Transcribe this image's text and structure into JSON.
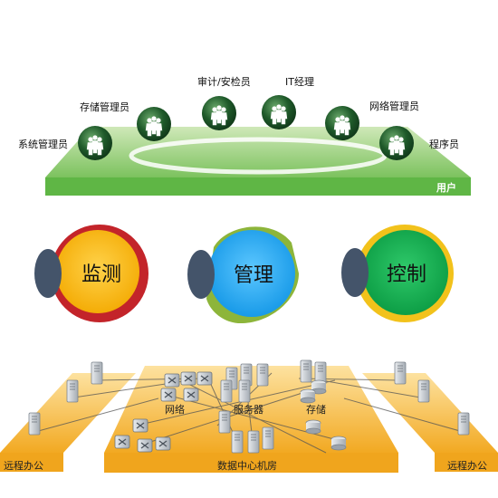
{
  "user_layer": {
    "band_label": "用户",
    "roles": [
      {
        "label": "系统管理员",
        "icon": "group-icon"
      },
      {
        "label": "存储管理员",
        "icon": "group-icon"
      },
      {
        "label": "审计/安检员",
        "icon": "group-icon"
      },
      {
        "label": "IT经理",
        "icon": "group-icon"
      },
      {
        "label": "网络管理员",
        "icon": "group-icon"
      },
      {
        "label": "程序员",
        "icon": "group-icon"
      }
    ]
  },
  "functions": [
    {
      "label": "监测",
      "color": "#FFB400",
      "ring": "#D2282E"
    },
    {
      "label": "管理",
      "color": "#1EAAF1",
      "ring": "#8DB53A"
    },
    {
      "label": "控制",
      "color": "#0FA84C",
      "ring": "#F2C21B"
    }
  ],
  "infrastructure": {
    "left_office": "远程办公",
    "right_office": "远程办公",
    "datacenter": "数据中心机房",
    "zones": [
      "网络",
      "服务器",
      "存储"
    ]
  },
  "colors": {
    "platform_green": "#5FB645",
    "floor_orange": "#F5B63C",
    "node_dark": "#44546A"
  }
}
